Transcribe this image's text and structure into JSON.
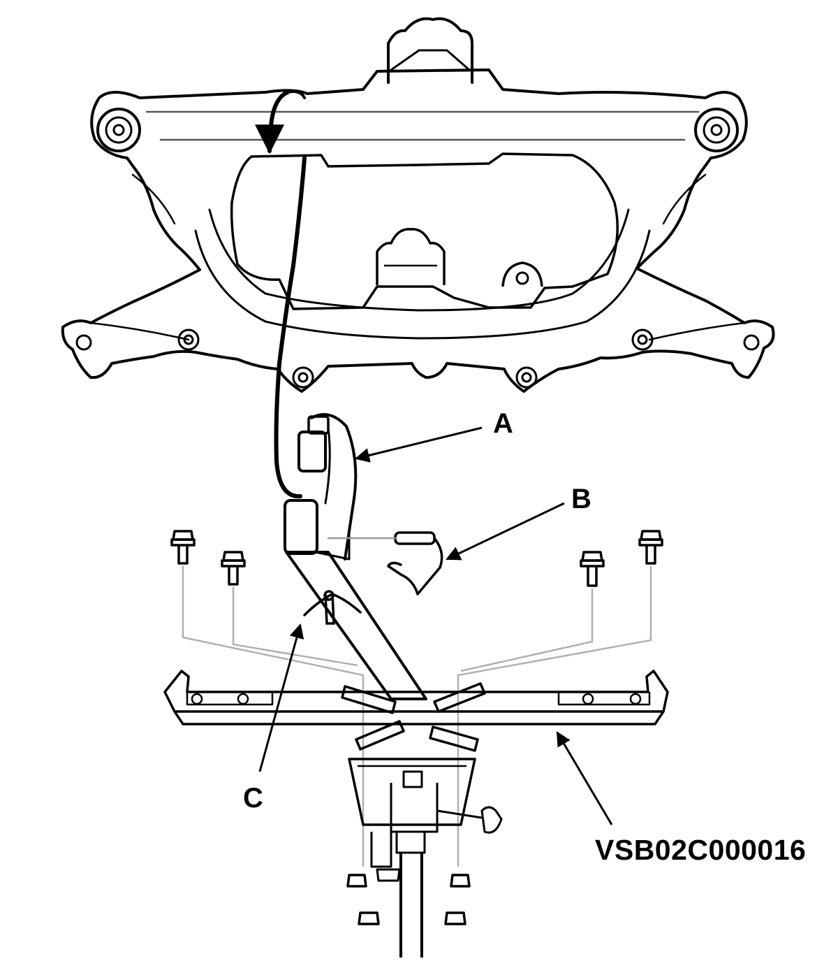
{
  "callouts": {
    "a": "A",
    "b": "B",
    "c": "C"
  },
  "reference_code": "VSB02C000016",
  "colors": {
    "ink": "#000000",
    "faint": "#b0b0b0",
    "background": "#ffffff"
  },
  "parts": [
    "subframe",
    "strap",
    "retaining-clip",
    "wing-bolt",
    "jack-adapter",
    "jack",
    "mounting-bolt"
  ]
}
